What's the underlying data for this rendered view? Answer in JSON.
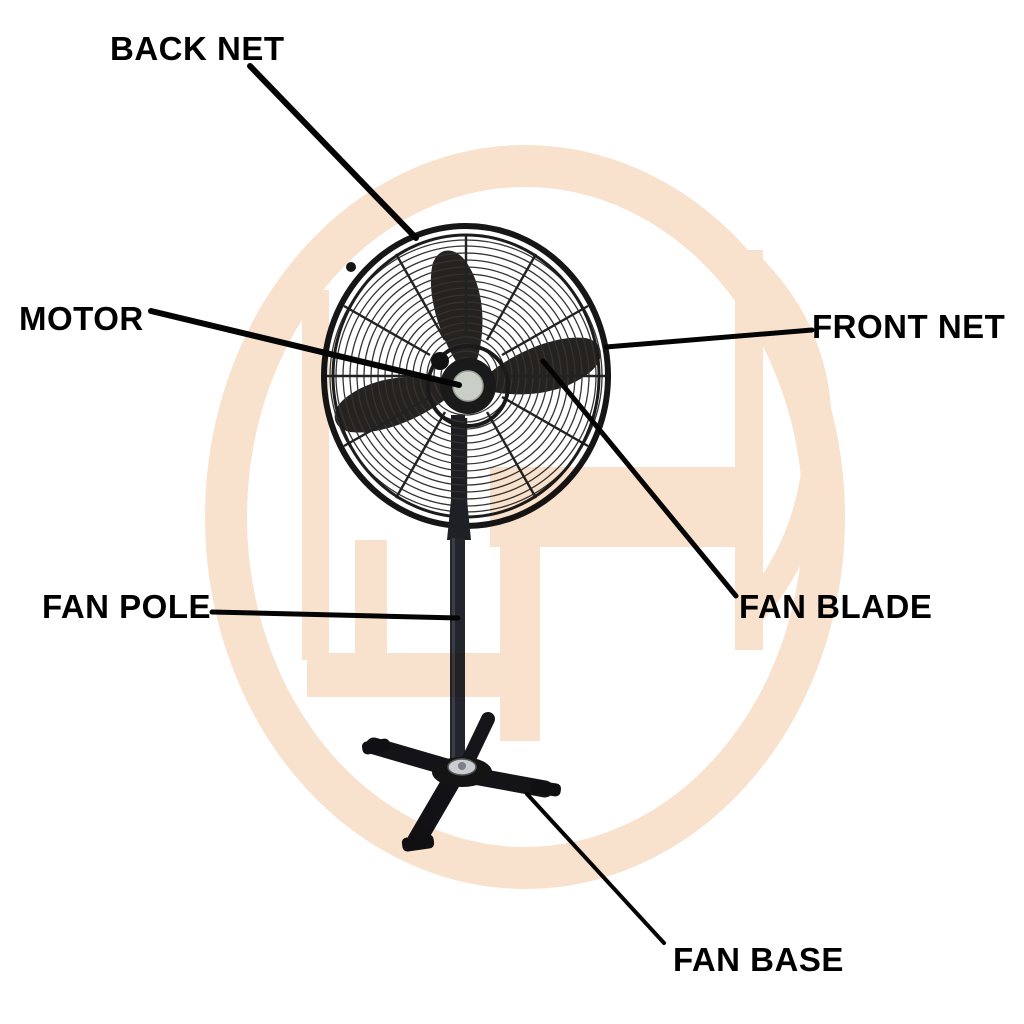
{
  "diagram": {
    "subject": "industrial pedestal fan parts diagram",
    "labels": {
      "back_net": "BACK NET",
      "motor": "MOTOR",
      "front_net": "FRONT NET",
      "fan_pole": "FAN POLE",
      "fan_blade": "FAN BLADE",
      "fan_base": "FAN BASE"
    },
    "colors": {
      "background": "#ffffff",
      "label_text": "#000000",
      "leader_line": "#000000",
      "watermark": "#f9e2cd",
      "fan_dark": "#1c1c1e",
      "motor_cap": "#c9cfc6",
      "chrome": "#ccd0d3"
    }
  }
}
